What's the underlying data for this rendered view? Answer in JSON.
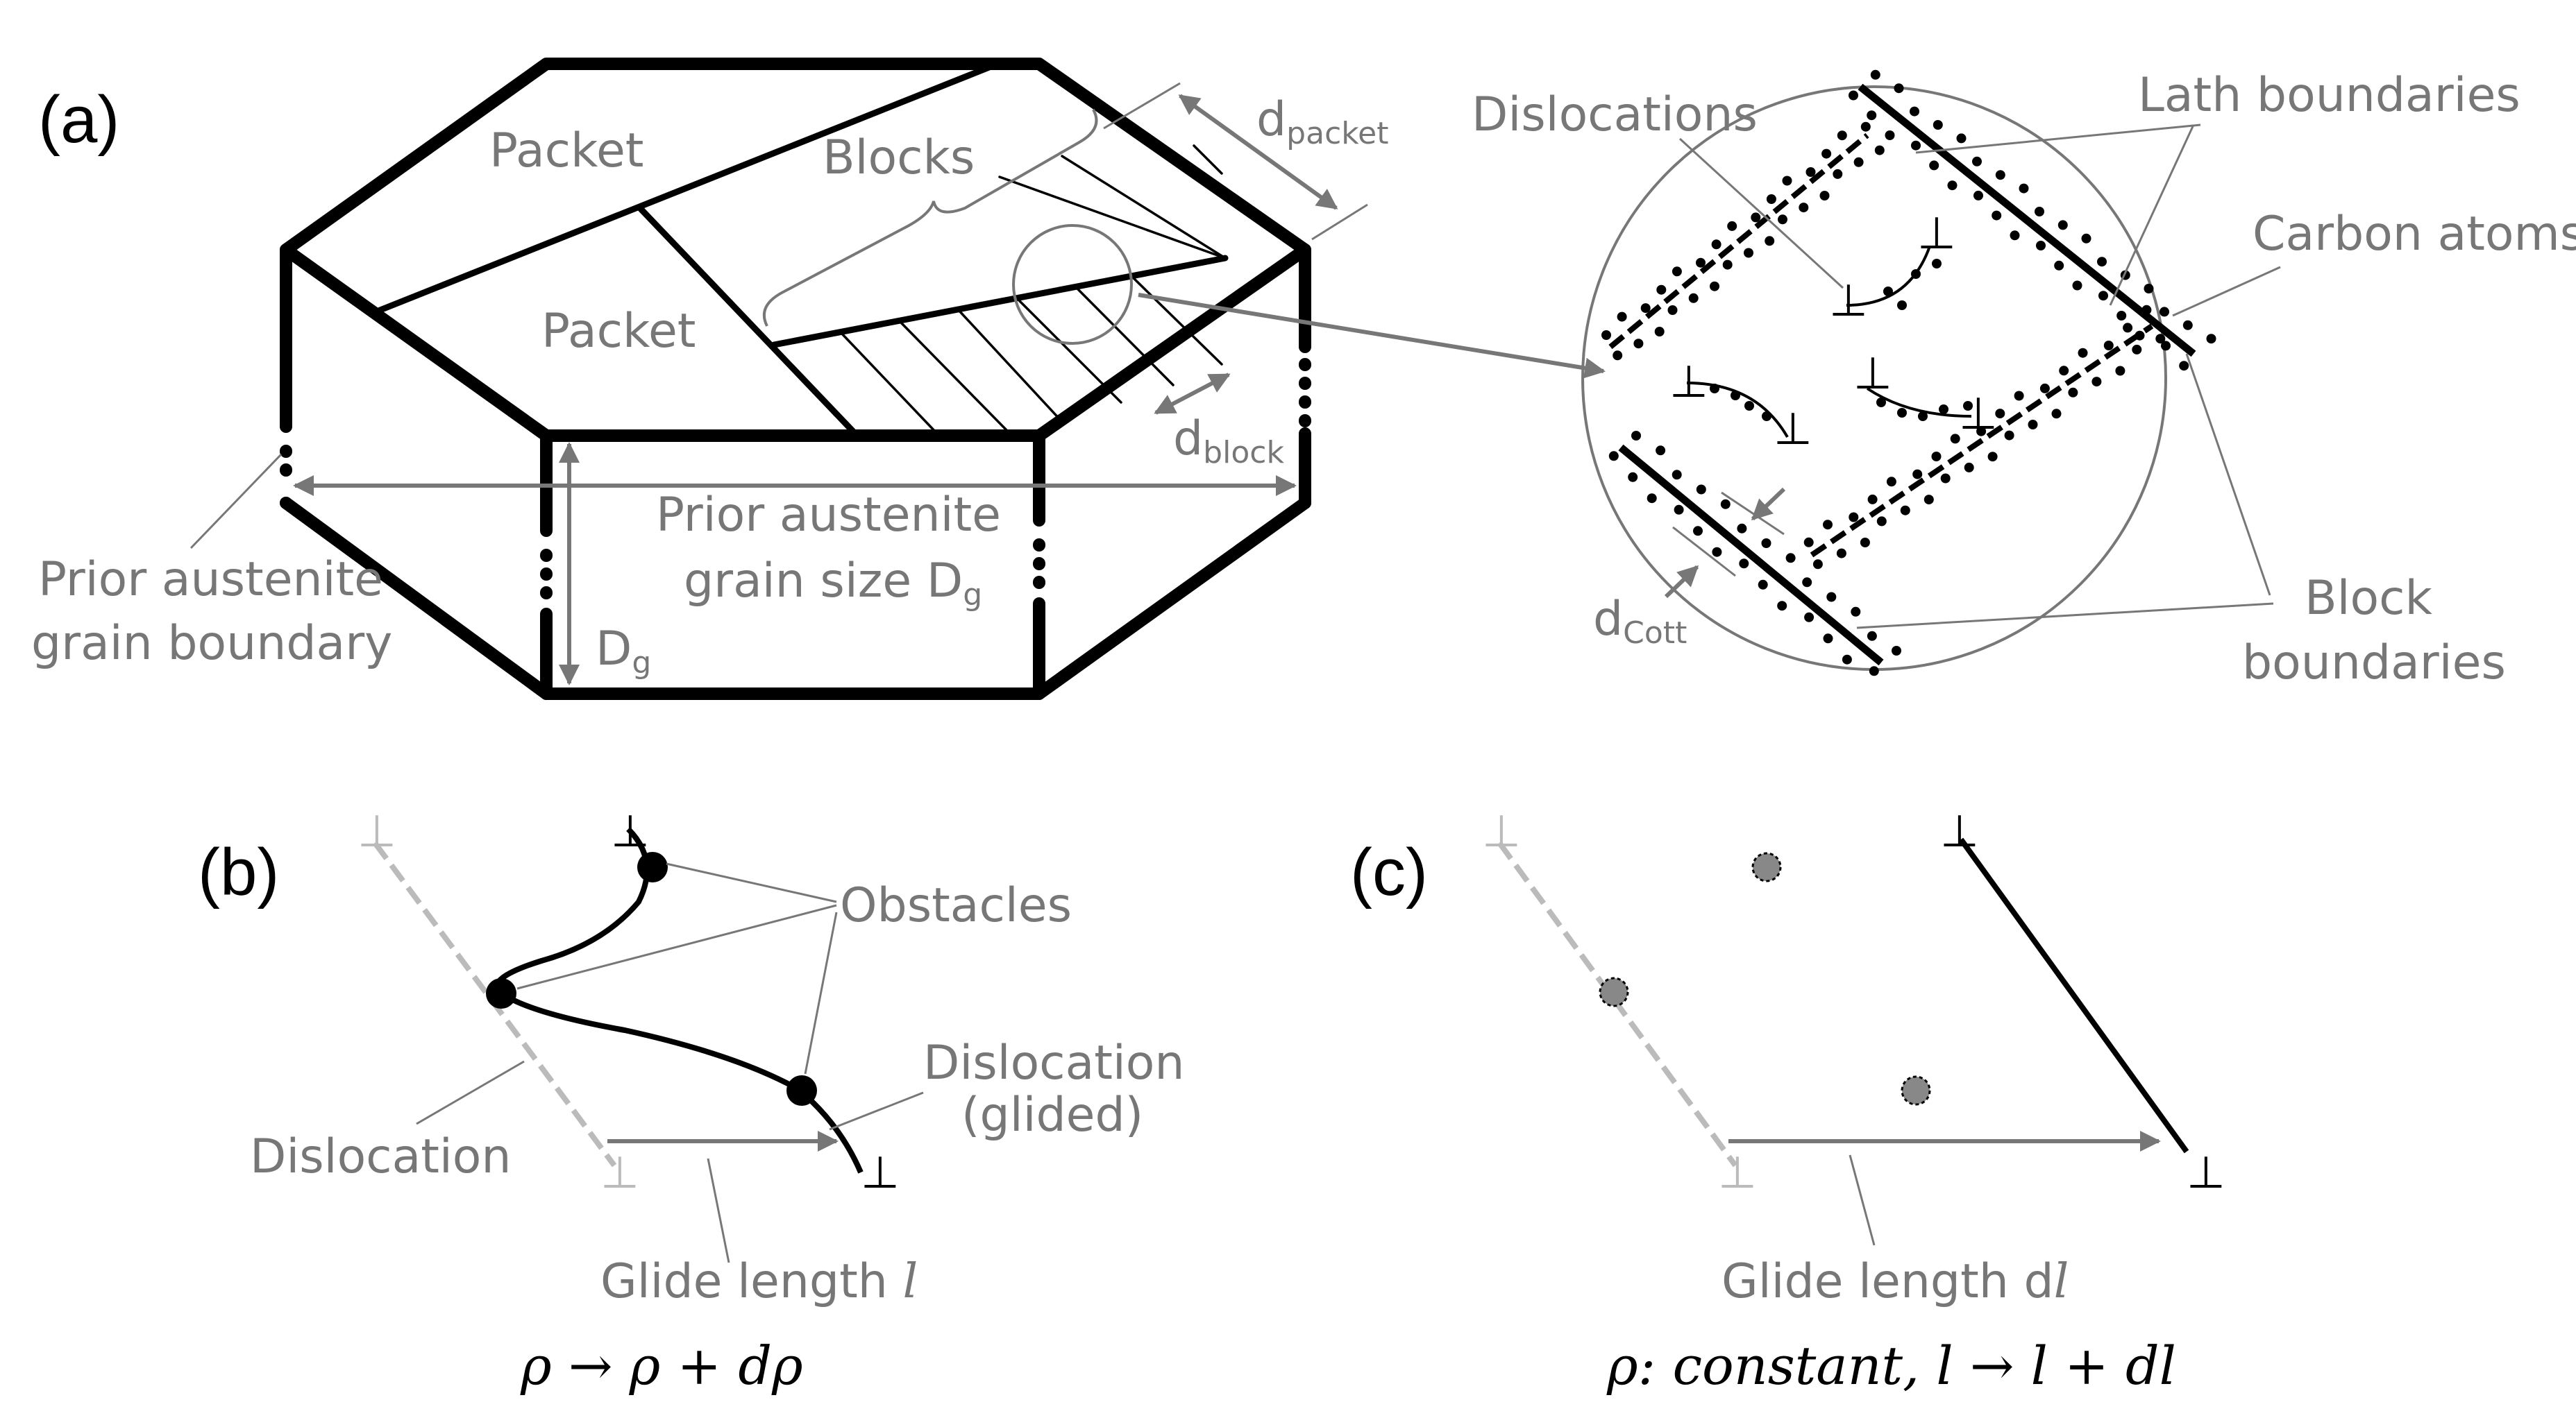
{
  "panel_a": {
    "tag": "(a)",
    "packet_1": "Packet",
    "packet_2": "Packet",
    "blocks": "Blocks",
    "d_packet": "d",
    "d_packet_sub": "packet",
    "d_block": "d",
    "d_block_sub": "block",
    "prior_grain_size_1": "Prior austenite",
    "prior_grain_size_2": "grain size D",
    "prior_grain_size_sub": "g",
    "dg": "D",
    "dg_sub": "g",
    "pagb_1": "Prior austenite",
    "pagb_2": "grain boundary",
    "dislocations": "Dislocations",
    "lath_boundaries": "Lath boundaries",
    "carbon_atoms": "Carbon atoms",
    "block_boundaries_1": "Block",
    "block_boundaries_2": "boundaries",
    "d_cott": "d",
    "d_cott_sub": "Cott"
  },
  "panel_b": {
    "tag": "(b)",
    "obstacles": "Obstacles",
    "dislocation_glided_1": "Dislocation",
    "dislocation_glided_2": "(glided)",
    "dislocation": "Dislocation",
    "glide_length": "Glide length ",
    "glide_length_var": "l",
    "equation": "ρ → ρ + dρ"
  },
  "panel_c": {
    "tag": "(c)",
    "glide_length": "Glide length d",
    "glide_length_var": "l",
    "equation": "ρ: constant, l → l + dl"
  },
  "symbols": {
    "dislocation_symbol": "⊥"
  },
  "colors": {
    "line": "#000000",
    "annotation": "#777777",
    "faded": "#bbbbbb",
    "obstacle_grey": "#888888"
  }
}
